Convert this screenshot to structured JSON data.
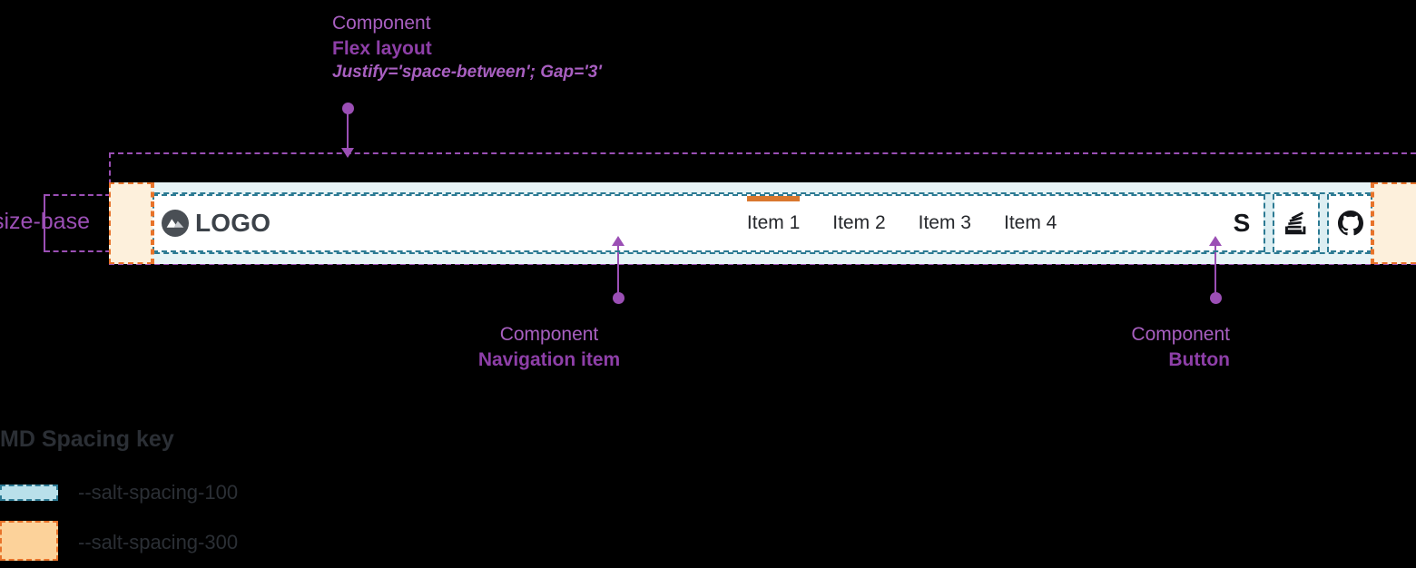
{
  "annotations": {
    "flex_layout": {
      "kicker": "Component",
      "title": "Flex layout",
      "props": "Justify='space-between'; Gap='3'"
    },
    "navigation_item": {
      "kicker": "Component",
      "title": "Navigation item"
    },
    "button": {
      "kicker": "Component",
      "title": "Button"
    },
    "size_base_label": "size-base"
  },
  "nav_bar": {
    "logo": {
      "icon": "mountain-logo-icon",
      "text": "LOGO"
    },
    "items": [
      {
        "label": "Item 1",
        "active": true
      },
      {
        "label": "Item 2",
        "active": false
      },
      {
        "label": "Item 3",
        "active": false
      },
      {
        "label": "Item 4",
        "active": false
      }
    ],
    "actions": [
      {
        "name": "salt-s-icon",
        "label": "S"
      },
      {
        "name": "stack-overflow-icon",
        "label": ""
      },
      {
        "name": "github-icon",
        "label": ""
      }
    ]
  },
  "spacing_key": {
    "title": "MD Spacing key",
    "rows": [
      {
        "token": "--salt-spacing-100",
        "color": "#b9e0ea",
        "border": "#2c7a93"
      },
      {
        "token": "--salt-spacing-300",
        "color": "#fcd29a",
        "border": "#e8732a"
      }
    ]
  },
  "colors": {
    "annotation_purple": "#9b4fb5",
    "annotation_purple_light": "#a85fc0",
    "annotation_purple_dark": "#8e3fa8",
    "spacing_100_fill": "#e8f4f6",
    "spacing_100_stroke": "#2c7a93",
    "spacing_300_fill": "#fdf0dc",
    "spacing_300_stroke": "#e8732a",
    "active_indicator": "#d9772e",
    "nav_background": "#ffffff",
    "logo_mark": "#4a4f55",
    "text_primary": "#26282c"
  }
}
